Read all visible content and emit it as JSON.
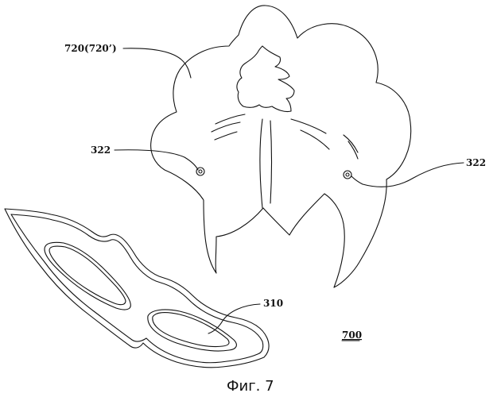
{
  "figure": {
    "labels": {
      "petal_cover": "720(720’)",
      "hole_left": "322",
      "hole_right": "322",
      "mask": "310",
      "assembly": "700"
    },
    "caption": "Фиг. 7"
  }
}
